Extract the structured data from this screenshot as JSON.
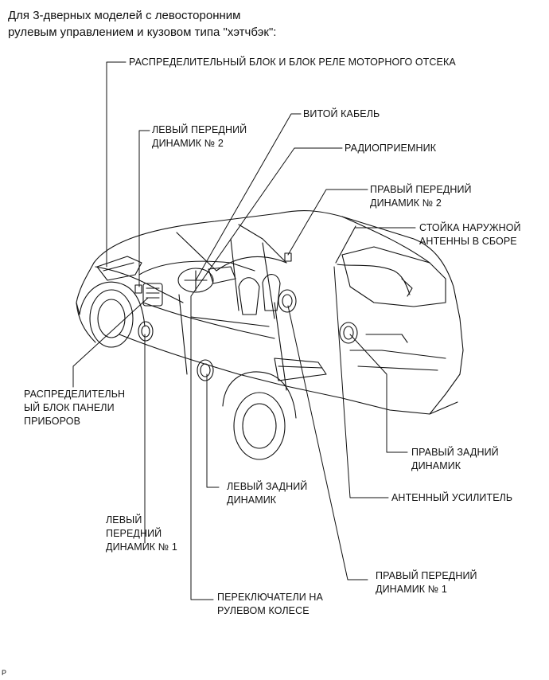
{
  "header": {
    "line1": "Для 3-дверных моделей с левосторонним",
    "line2": "рулевым управлением и кузовом типа \"хэтчбэк\":"
  },
  "labels": {
    "engine_relay_block": "РАСПРЕДЕЛИТЕЛЬНЫЙ БЛОК И БЛОК РЕЛЕ МОТОРНОГО ОТСЕКА",
    "spiral_cable": "ВИТОЙ КАБЕЛЬ",
    "left_front_speaker_2": "ЛЕВЫЙ ПЕРЕДНИЙ\nДИНАМИК № 2",
    "radio_receiver": "РАДИОПРИЕМНИК",
    "right_front_speaker_2": "ПРАВЫЙ ПЕРЕДНИЙ\nДИНАМИК № 2",
    "outer_antenna_pole": "СТОЙКА НАРУЖНОЙ\nАНТЕННЫ В СБОРЕ",
    "instrument_panel_junction": "РАСПРЕДЕЛИТЕЛЬН\nЫЙ БЛОК ПАНЕЛИ\nПРИБОРОВ",
    "right_rear_speaker": "ПРАВЫЙ ЗАДНИЙ\nДИНАМИК",
    "left_rear_speaker": "ЛЕВЫЙ ЗАДНИЙ\nДИНАМИК",
    "antenna_amplifier": "АНТЕННЫЙ УСИЛИТЕЛЬ",
    "left_front_speaker_1": "ЛЕВЫЙ\nПЕРЕДНИЙ\nДИНАМИК № 1",
    "right_front_speaker_1": "ПРАВЫЙ ПЕРЕДНИЙ\nДИНАМИК № 1",
    "steering_pad_switch": "ПЕРЕКЛЮЧАТЕЛИ НА\nРУЛЕВОМ КОЛЕСЕ"
  },
  "footer": {
    "code": "P"
  }
}
